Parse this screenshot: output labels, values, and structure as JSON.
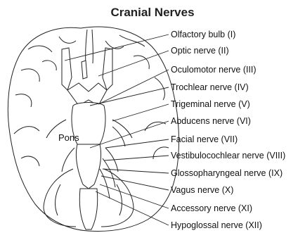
{
  "title": "Cranial Nerves",
  "center_label": "Pons",
  "labels": [
    "Olfactory bulb (I)",
    "Optic nerve (II)",
    "Oculomotor nerve (III)",
    "Trochlear nerve (IV)",
    "Trigeminal nerve (V)",
    "Abducens nerve (VI)",
    "Facial nerve (VII)",
    "Vestibulocochlear nerve (VIII)",
    "Glossopharyngeal nerve (IX)",
    "Vagus nerve (X)",
    "Accessory nerve (XI)",
    "Hypoglossal nerve (XII)"
  ]
}
